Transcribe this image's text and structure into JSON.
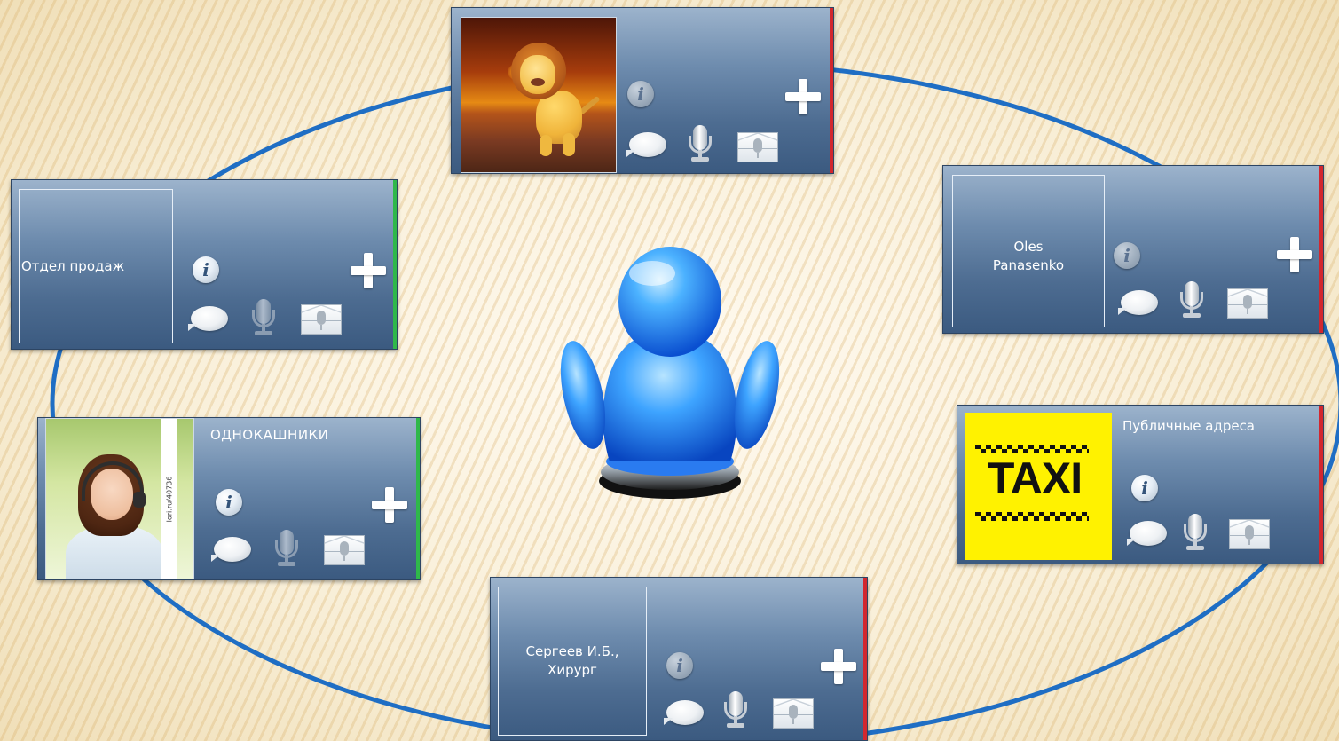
{
  "colors": {
    "ring": "#1f6ec4",
    "status_online": "#2fb84a",
    "status_offline": "#d2272e",
    "card": "#4d6c91"
  },
  "contacts": [
    {
      "id": "lion",
      "display_text": "",
      "avatar": "lion-picture",
      "status": "offline"
    },
    {
      "id": "sales",
      "display_text": "Отдел продаж",
      "avatar": "none",
      "status": "online"
    },
    {
      "id": "oles",
      "display_text": "Oles Panasenko",
      "avatar": "none",
      "status": "offline"
    },
    {
      "id": "classmates",
      "display_text": "ОДНОКАШНИКИ",
      "avatar": "woman-photo",
      "photo_caption": "lori.ru/40736",
      "status": "online"
    },
    {
      "id": "public",
      "display_text": "Публичные адреса",
      "avatar": "taxi-logo",
      "avatar_text": "TAXI",
      "status": "offline"
    },
    {
      "id": "sergeev",
      "display_text": "Сергеев И.Б., Хирург",
      "avatar": "none",
      "status": "offline"
    }
  ],
  "icons": {
    "info": "i",
    "add": "plus-icon",
    "chat": "chat-bubble-icon",
    "voice": "microphone-icon",
    "voicemail": "voicemail-envelope-icon",
    "center": "user-figure-icon"
  }
}
